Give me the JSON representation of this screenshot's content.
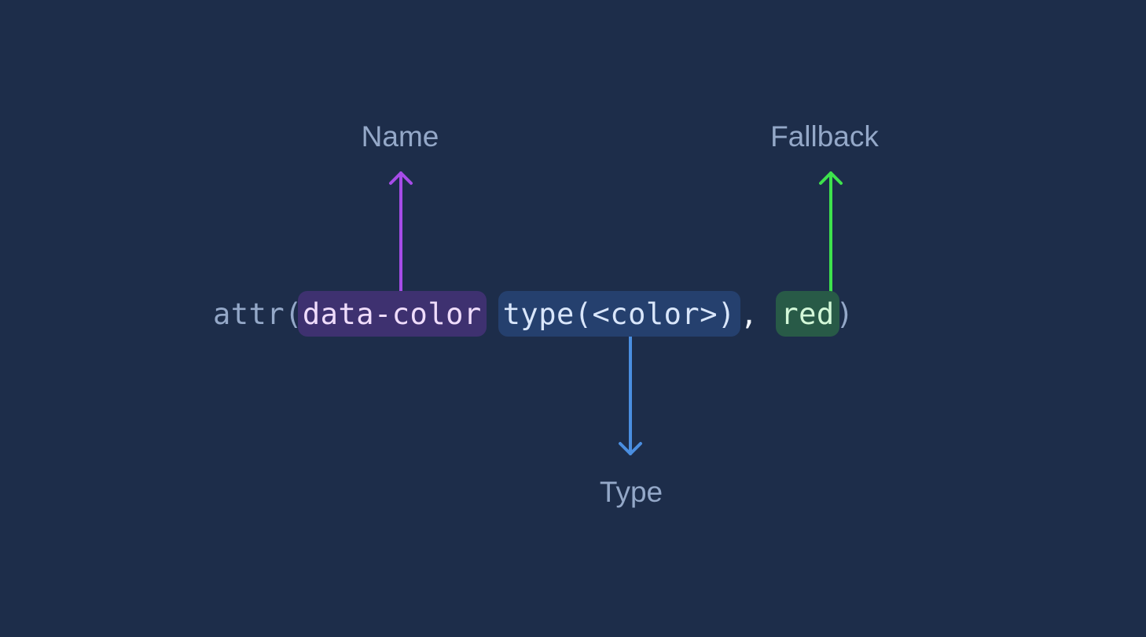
{
  "diagram": {
    "title_expression": "attr(data-color type(<color>), red)",
    "code": {
      "prefix": "attr(",
      "name_token": "data-color",
      "separator": " ",
      "type_token": "type(<color>)",
      "comma": ", ",
      "fallback_token": "red",
      "suffix": ")"
    },
    "labels": {
      "name": "Name",
      "type": "Type",
      "fallback": "Fallback"
    },
    "colors": {
      "background": "#1d2d4a",
      "label_text": "#94a8c8",
      "name_arrow": "#a64ce8",
      "name_pill": "#3e3170",
      "type_arrow": "#4a8ee0",
      "type_pill": "#25406e",
      "fallback_arrow": "#3ee24d",
      "fallback_pill": "#285a47"
    }
  }
}
